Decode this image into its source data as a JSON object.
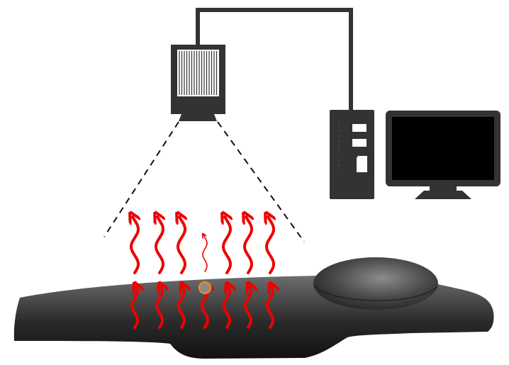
{
  "diagram": {
    "subject": "thermal-imaging-setup",
    "components": [
      {
        "id": "thermal-camera",
        "icon": "camera-icon"
      },
      {
        "id": "data-cable",
        "icon": "cable-icon"
      },
      {
        "id": "computer-tower",
        "icon": "pc-tower-icon"
      },
      {
        "id": "monitor",
        "icon": "monitor-icon"
      },
      {
        "id": "field-of-view",
        "icon": "dashed-lines"
      },
      {
        "id": "tissue-sample",
        "icon": "tissue-icon"
      },
      {
        "id": "heat-source-marker",
        "icon": "circle-marker-icon"
      }
    ],
    "heat_arrows": {
      "columns": 7,
      "weak_column_index": 3
    },
    "colors": {
      "heat_arrow": "#ee0000",
      "device_body": "#333333",
      "monitor_screen": "#000000",
      "tissue_dark": "#151515",
      "tissue_light": "#6e6e6e",
      "marker_stroke": "#e08a2c",
      "marker_fill": "#8a8a8a",
      "background": "#ffffff"
    }
  }
}
